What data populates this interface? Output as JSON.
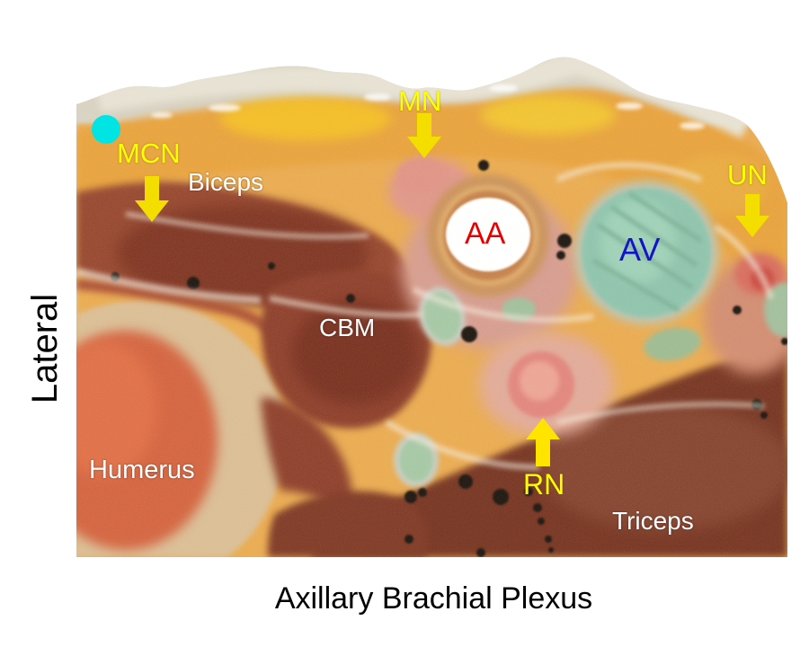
{
  "page": {
    "background": "#FFFFFF"
  },
  "title": {
    "text": "Axillary Brachial Plexus",
    "color": "#000000"
  },
  "orientation": {
    "text": "Lateral",
    "color": "#000000"
  },
  "annotations": {
    "mcn": {
      "label": "MCN",
      "color": "#FFFF00",
      "marker": "cyan-dot and down-arrow"
    },
    "mn": {
      "label": "MN",
      "color": "#FFFF00",
      "marker": "down-arrow"
    },
    "un": {
      "label": "UN",
      "color": "#FFFF00",
      "marker": "down-arrow"
    },
    "rn": {
      "label": "RN",
      "color": "#FFFF00",
      "marker": "up-arrow"
    },
    "aa": {
      "label": "AA",
      "color": "#E80000",
      "location": "white artery lumen"
    },
    "av": {
      "label": "AV",
      "color": "#1414C8",
      "location": "teal vein"
    },
    "biceps": {
      "label": "Biceps",
      "color": "#FFFFFF"
    },
    "cbm": {
      "label": "CBM",
      "color": "#FFFFFF"
    },
    "humerus": {
      "label": "Humerus",
      "color": "#FFFFFF"
    },
    "triceps": {
      "label": "Triceps",
      "color": "#FFFFFF"
    }
  },
  "markers": {
    "mcn_dot_color": "#00E4E4",
    "arrow_color": "#F4DE00"
  },
  "specimen_palette": {
    "skin": "#D7D1C1",
    "subcutaneous_fat": "#E9A23C",
    "biceps_muscle": "#94432A",
    "cbm_muscle": "#8A3B26",
    "triceps_muscle": "#73301C",
    "bone_cortex": "#D9BC92",
    "bone_marrow": "#D2603B",
    "artery_lumen": "#FFFFFF",
    "artery_wall": "#D9A159",
    "vein_fill": "#8CC2AA",
    "nerve_pink": "#E0837A"
  }
}
